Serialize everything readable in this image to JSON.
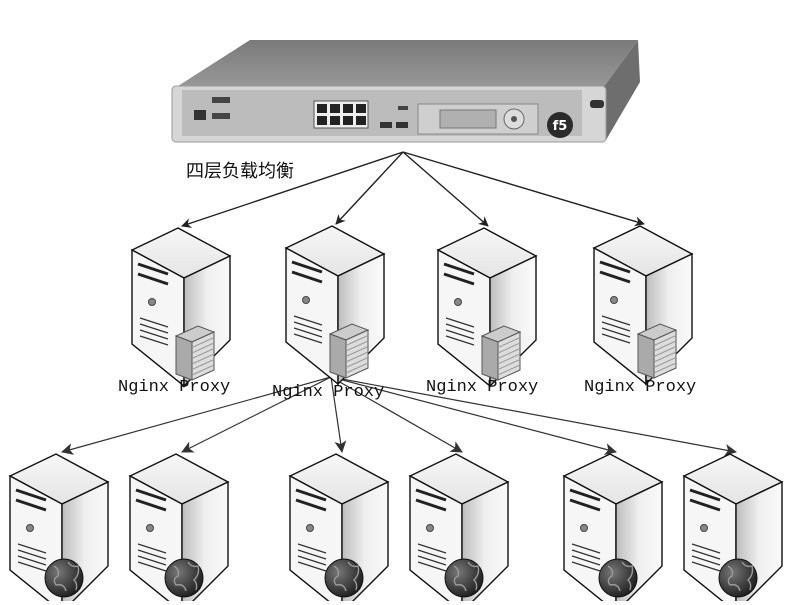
{
  "diagram": {
    "load_balancer": {
      "name": "F5 load balancer appliance",
      "brand_badge": "f5",
      "label": "四层负载均衡"
    },
    "proxies": [
      {
        "label": "Nginx Proxy"
      },
      {
        "label": "Nginx Proxy"
      },
      {
        "label": "Nginx Proxy"
      },
      {
        "label": "Nginx Proxy"
      }
    ],
    "web_servers": [
      {
        "icon": "globe-server-icon"
      },
      {
        "icon": "globe-server-icon"
      },
      {
        "icon": "globe-server-icon"
      },
      {
        "icon": "globe-server-icon"
      },
      {
        "icon": "globe-server-icon"
      },
      {
        "icon": "globe-server-icon"
      }
    ],
    "edges": {
      "lb_to_proxies": [
        0,
        1,
        2,
        3
      ],
      "proxy_index_to_web": 1,
      "proxy_to_web_servers": [
        0,
        1,
        2,
        3,
        4,
        5
      ]
    },
    "colors": {
      "line": "#222222",
      "device_body": "#8a8a8a",
      "device_front": "#d9d9d9",
      "server_face": "#f4f4f4",
      "globe": "#3a3a3a"
    }
  }
}
